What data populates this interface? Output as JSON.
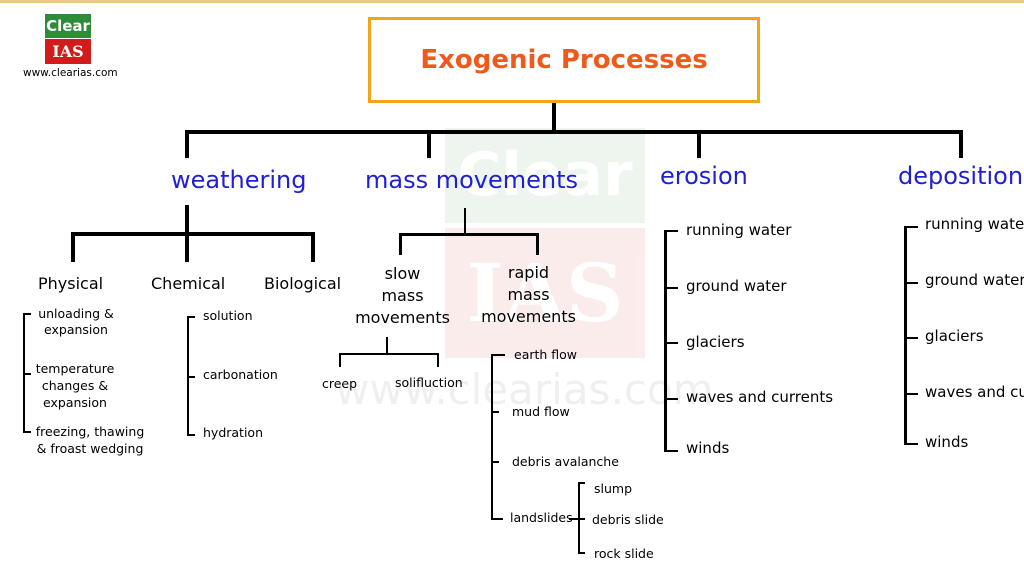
{
  "logo": {
    "top": "Clear",
    "bottom": "IAS",
    "site": "www.clearias.com"
  },
  "watermark": {
    "top": "Clear",
    "bottom": "IAS",
    "url": "www.clearias.com"
  },
  "title": "Exogenic Processes",
  "colors": {
    "title_text": "#ef5a1c",
    "title_border": "#f2a51a",
    "category": "#1f1fd6",
    "logo_green": "#2e8b3a",
    "logo_red": "#d21c1c"
  },
  "weathering": {
    "label": "weathering",
    "physical": {
      "label": "Physical",
      "items": [
        "unloading & expansion",
        "temperature changes & expansion",
        "freezing, thawing & froast wedging"
      ]
    },
    "chemical": {
      "label": "Chemical",
      "items": [
        "solution",
        "carbonation",
        "hydration"
      ]
    },
    "biological": {
      "label": "Biological"
    }
  },
  "mass_movements": {
    "label": "mass movements",
    "slow": {
      "label_lines": [
        "slow",
        "mass",
        "movements"
      ],
      "items": [
        "creep",
        "solifluction"
      ]
    },
    "rapid": {
      "label_lines": [
        "rapid",
        "mass",
        "movements"
      ],
      "items": [
        "earth flow",
        "mud flow",
        "debris avalanche",
        "landslides"
      ],
      "landslides": [
        "slump",
        "debris slide",
        "rock slide"
      ]
    }
  },
  "erosion": {
    "label": "erosion",
    "items": [
      "running water",
      "ground water",
      "glaciers",
      "waves and currents",
      "winds"
    ]
  },
  "deposition": {
    "label": "deposition",
    "items": [
      "running water",
      "ground water",
      "glaciers",
      "waves and currents",
      "winds"
    ]
  }
}
